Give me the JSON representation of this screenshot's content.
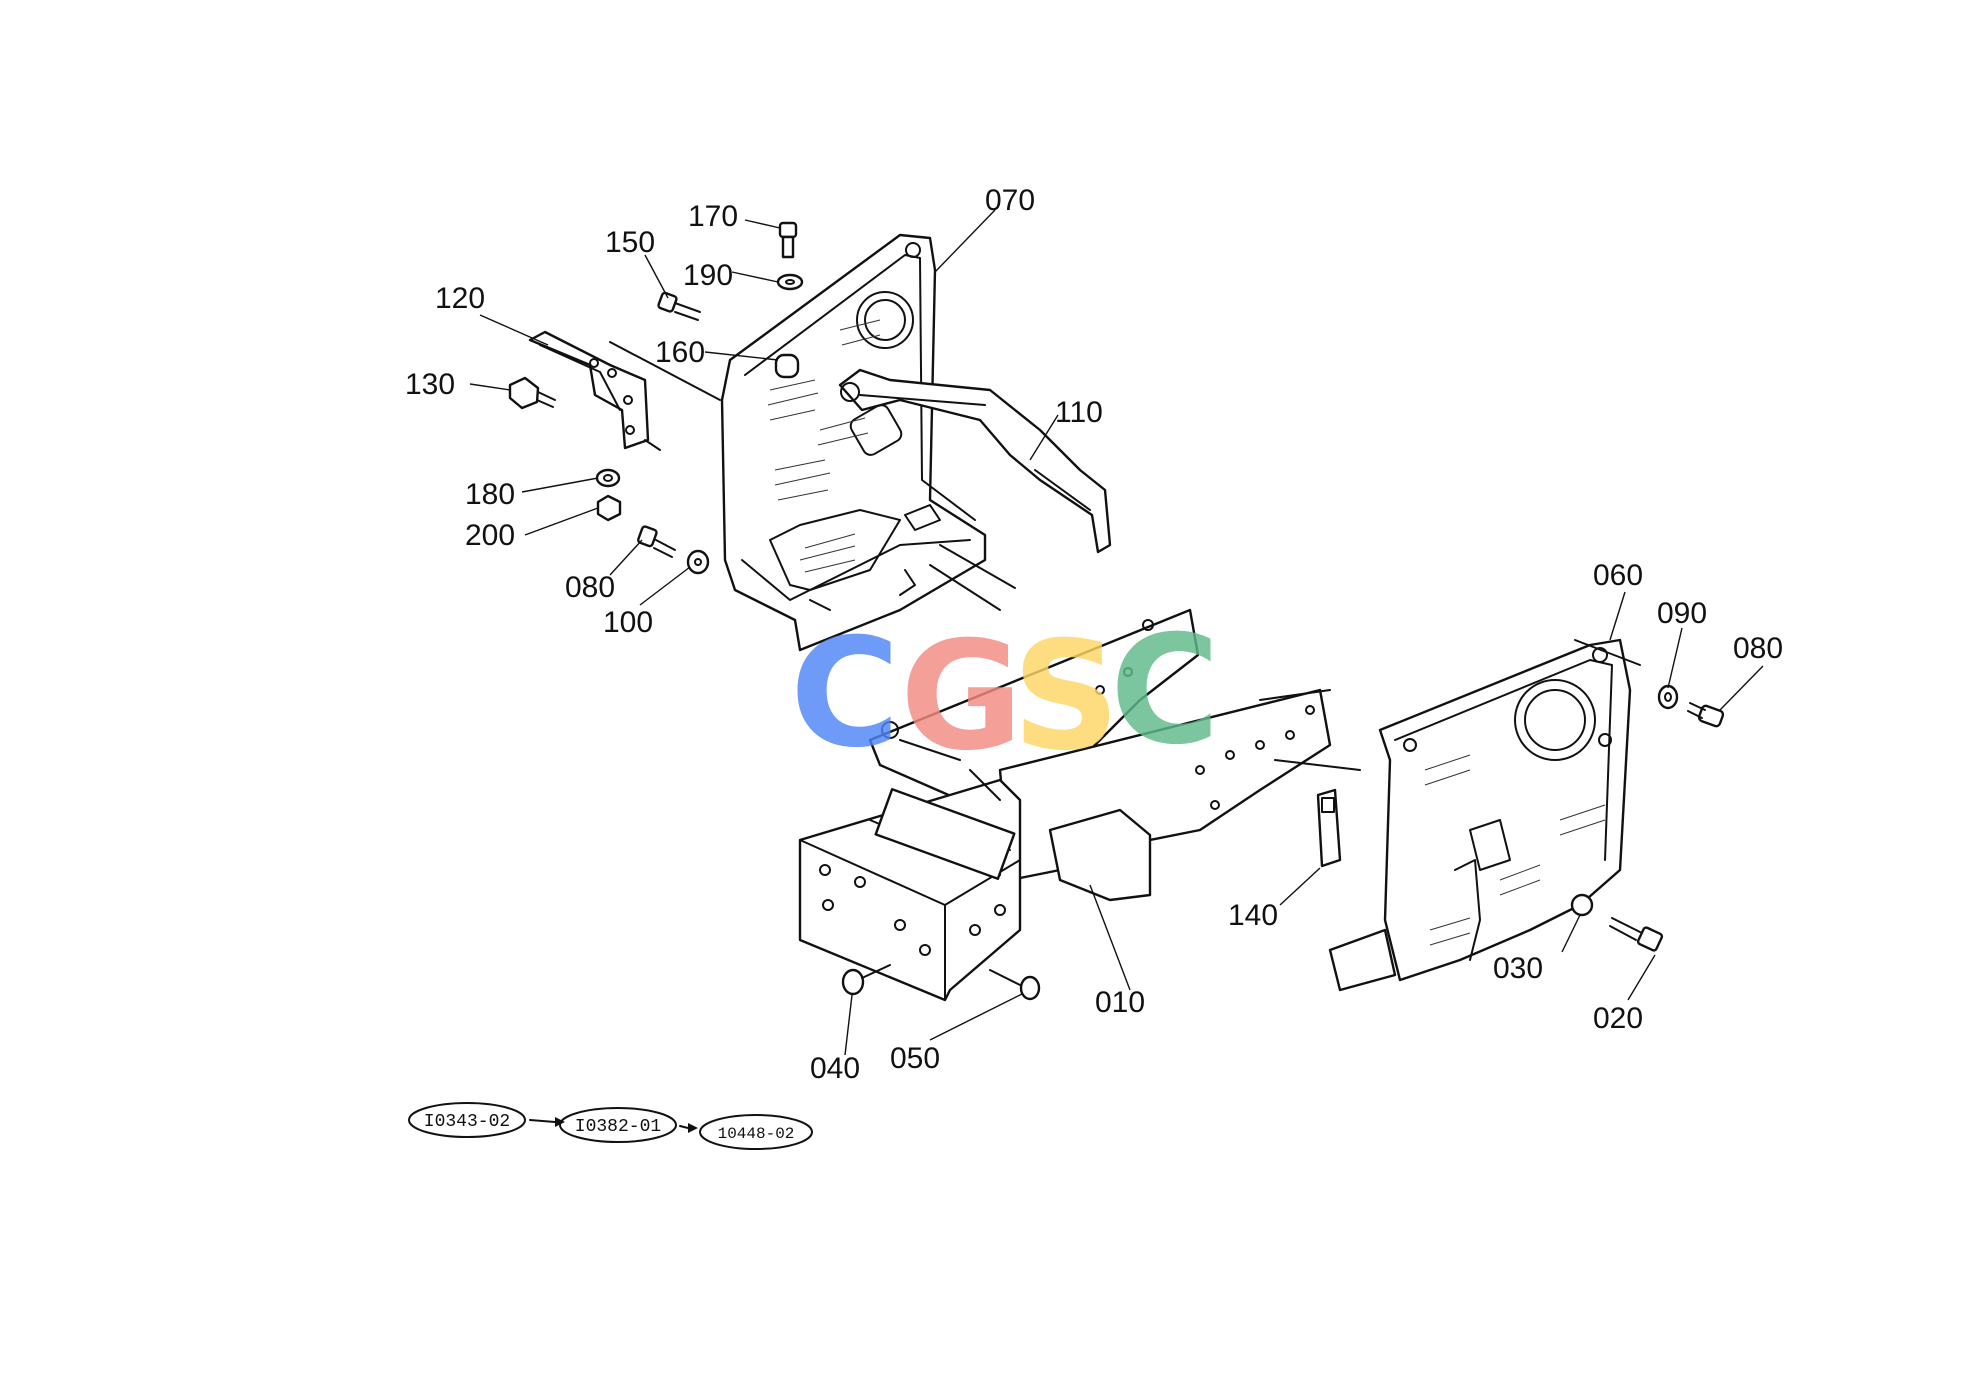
{
  "diagram": {
    "part_labels": {
      "p170": "170",
      "p070": "070",
      "p190": "190",
      "p150": "150",
      "p120": "120",
      "p160": "160",
      "p130": "130",
      "p110": "110",
      "p180": "180",
      "p200": "200",
      "p080a": "080",
      "p100": "100",
      "p060": "060",
      "p090": "090",
      "p080b": "080",
      "p140": "140",
      "p010": "010",
      "p030": "030",
      "p020": "020",
      "p040": "040",
      "p050": "050"
    },
    "revision_flow": [
      "I0343-02",
      "I0382-01",
      "10448-02"
    ]
  },
  "watermark": {
    "letters": [
      "C",
      "G",
      "S",
      "C"
    ],
    "colors": [
      "#4f86f7",
      "#f28b82",
      "#fdd663",
      "#5fb98a"
    ]
  }
}
